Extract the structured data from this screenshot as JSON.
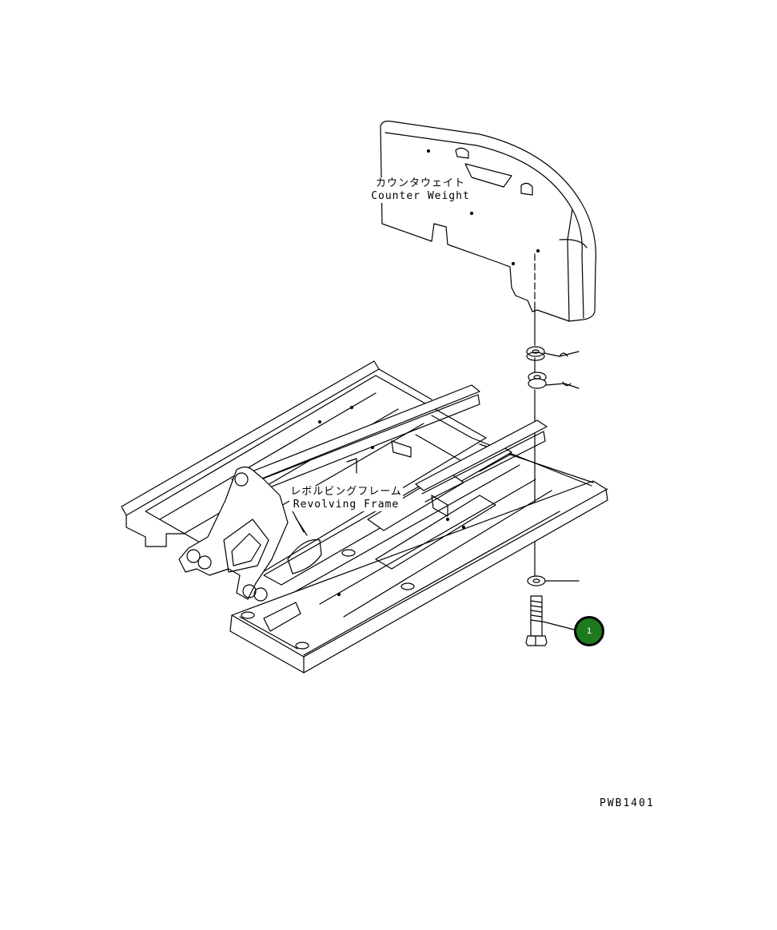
{
  "labels": {
    "counter_weight_jp": "カウンタウェイト",
    "counter_weight_en": "Counter Weight",
    "revolving_frame_jp": "レボルビングフレーム",
    "revolving_frame_en": "Revolving Frame"
  },
  "callout": {
    "number": "1",
    "color": "#1e7a1e"
  },
  "drawing_code": "PWB1401"
}
